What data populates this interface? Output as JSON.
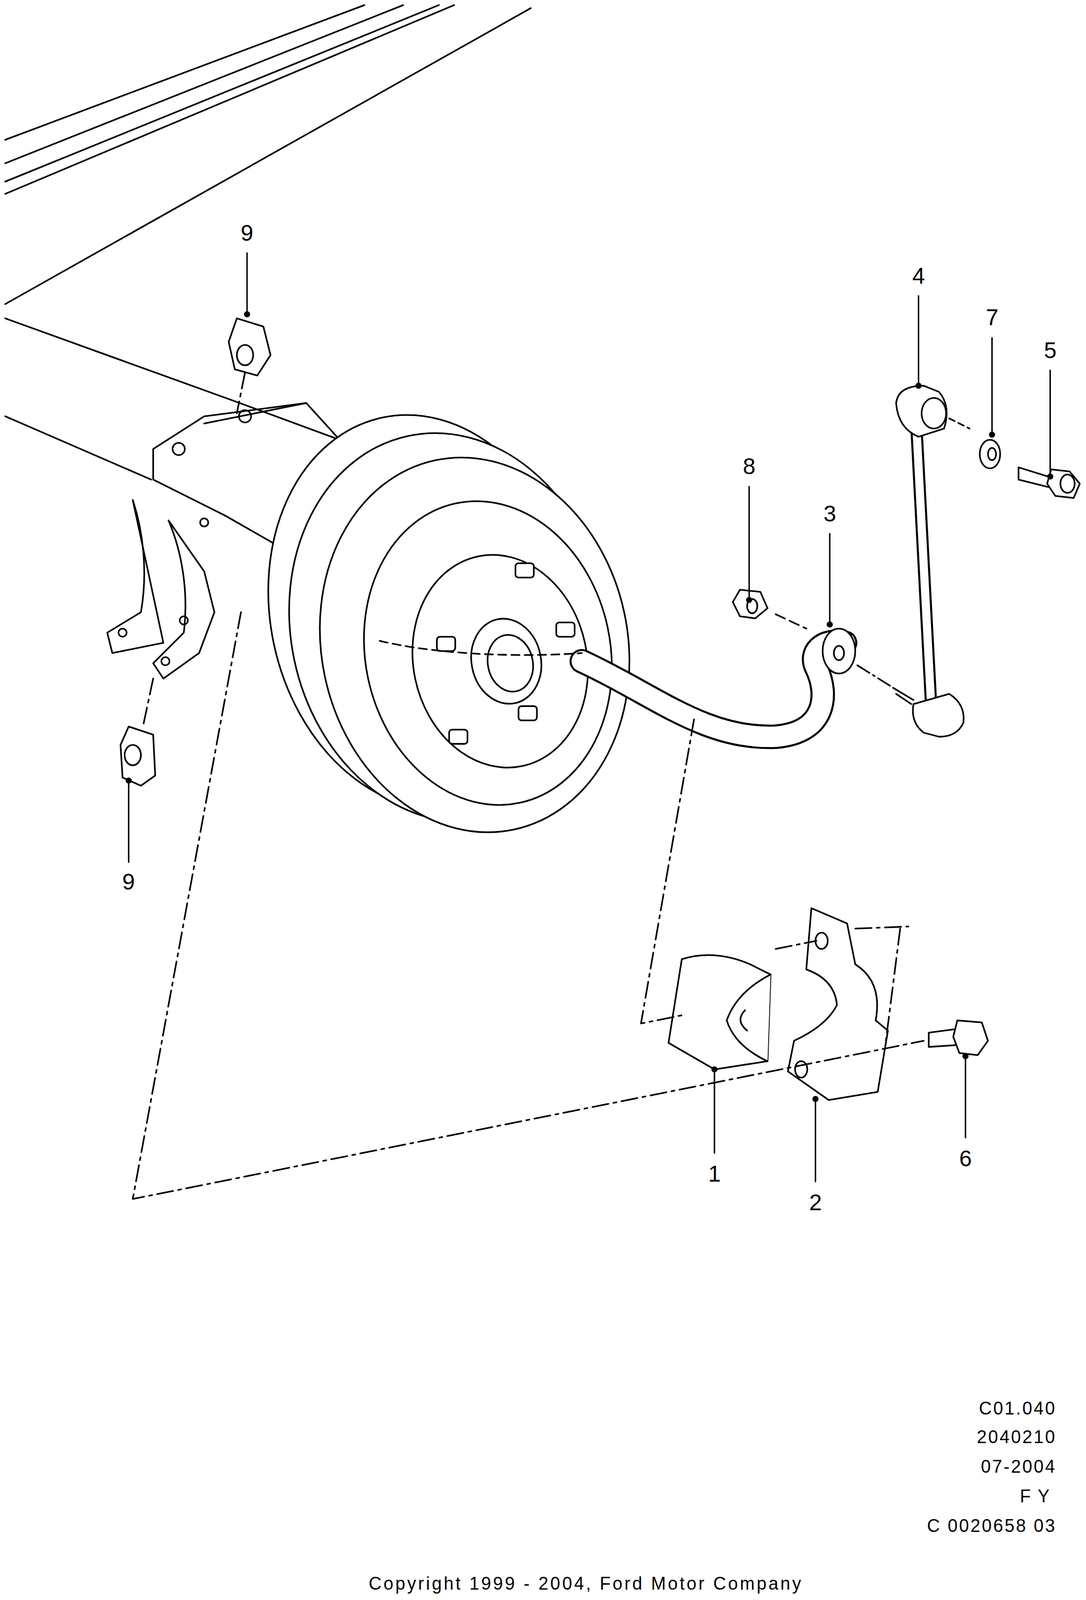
{
  "diagram": {
    "labels": [
      "9",
      "9",
      "8",
      "3",
      "4",
      "7",
      "5",
      "1",
      "2",
      "6",
      "C01.040",
      "2040210",
      "07-2004",
      "FY",
      "C 0020658 03",
      "Copyright 1999 - 2004, Ford Motor Company"
    ]
  }
}
